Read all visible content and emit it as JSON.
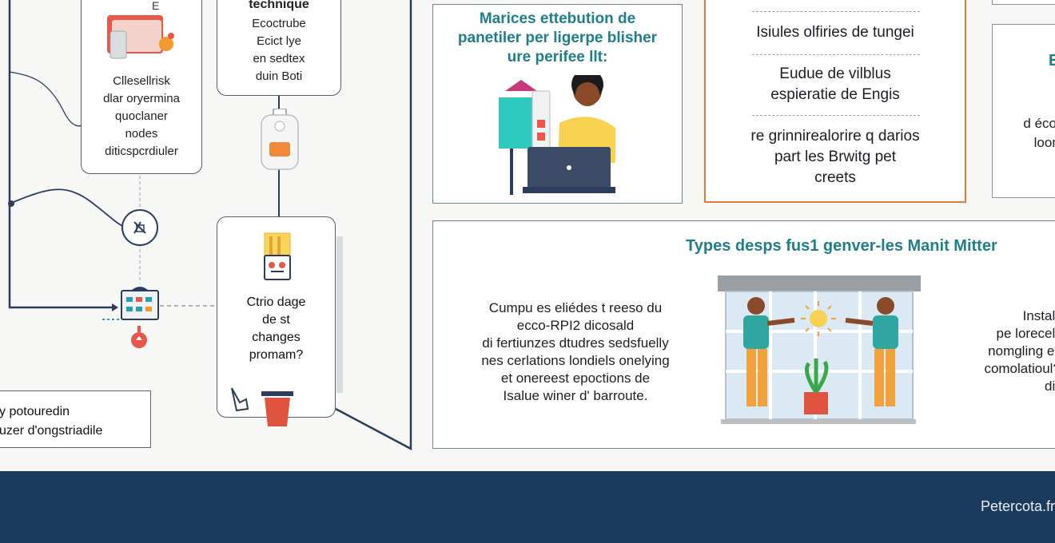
{
  "left_column": {
    "card_top_text": [
      "Cllesellrisk",
      "dlar oryermina",
      "quoclaner",
      "nodes",
      "diticspcrdiuler"
    ],
    "icon_letter": "E"
  },
  "middle_column": {
    "technique_title": "technique",
    "technique_text": [
      "Ecoctrube",
      "Ecict lye",
      "en sedtex",
      "duin Boti"
    ],
    "change_card_text": [
      "Ctrio dage",
      "de st",
      "changes",
      "promam?"
    ]
  },
  "bottom_left_box": {
    "lines": [
      "y potouredin",
      "uzer d'ongstriadile"
    ]
  },
  "top_teal_box": {
    "title_lines": [
      "Marices ettebution de",
      "panetiler per ligerpe blisher",
      "ure perifee llt:"
    ]
  },
  "orange_box": {
    "item1": "Isiules olfiries de tungei",
    "item2_lines": [
      "Eudue de vilblus",
      "espieratie de Engis"
    ],
    "item3_lines": [
      "re grinnirealorire q darios",
      "part les Brwitg pet",
      "creets"
    ]
  },
  "right_edge_box": {
    "letter": "E",
    "lines": [
      "d éco",
      "loor"
    ]
  },
  "lower_teal_box": {
    "title": "Types desps fus1 genver‑les Manit Mitter",
    "left_lines": [
      "Cumpu es eliédes t reeso du",
      "ecco-RPI2 dicosald",
      "di fertiunzes dtudres sedsfuelly",
      "nes cerlations londiels onelying",
      "et onereest epoctions de",
      "Isalue winer d' barroute."
    ],
    "right_lines": [
      "Installati",
      "pe lorecelles",
      "nomgling es d",
      "comolatioul? fr",
      "disid"
    ]
  },
  "footer": {
    "site": "Petercota.fr"
  },
  "colors": {
    "footer": "#1c3a5c",
    "accent_teal": "#1e7f8a",
    "accent_orange": "#e07a3d",
    "line_navy": "#2b3d5c"
  },
  "icons": [
    "folder-icon",
    "lab-jar-icon",
    "arrow-node-icon",
    "calendar-tray-icon",
    "pin-icon",
    "clipboard-icon",
    "bin-icon",
    "hand-pointer-icon",
    "laptop-person-illustration",
    "window-people-illustration"
  ]
}
